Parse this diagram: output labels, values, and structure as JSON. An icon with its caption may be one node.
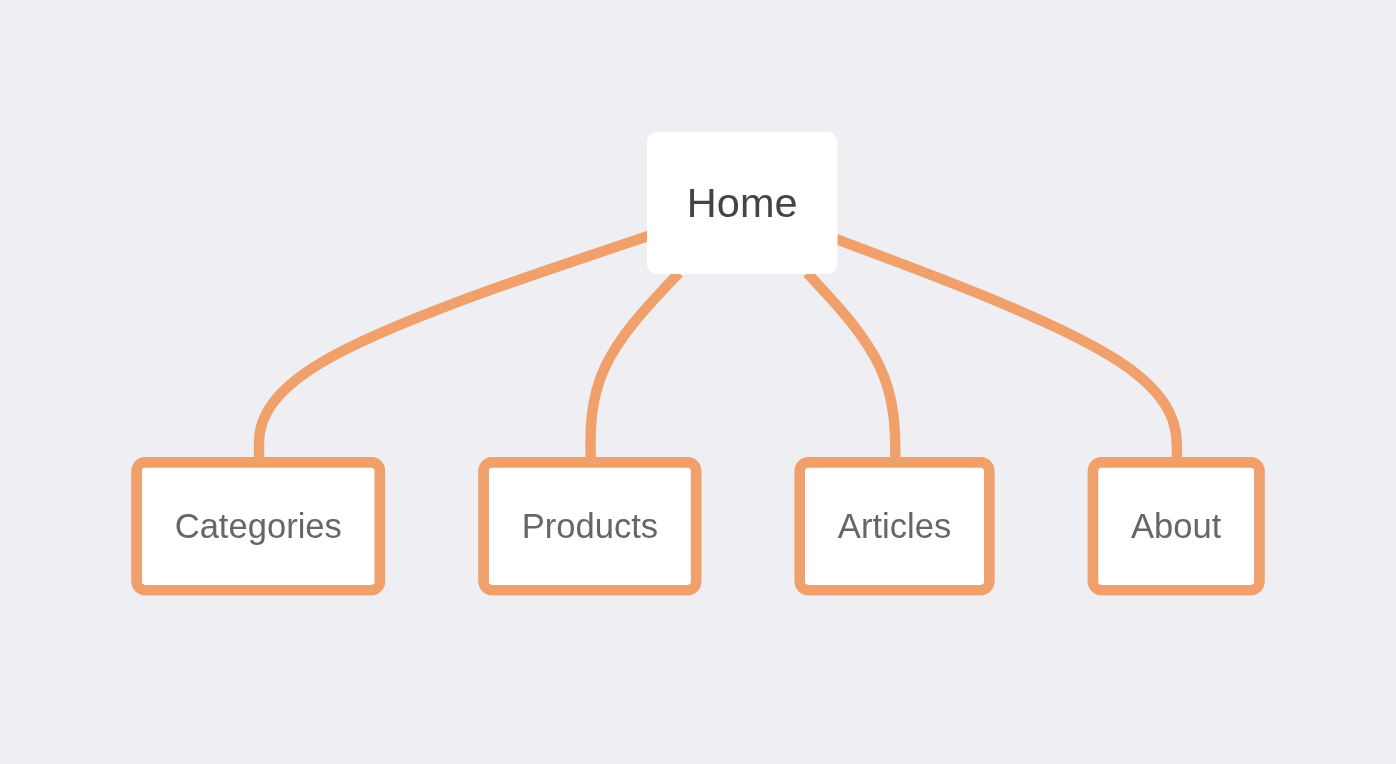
{
  "diagram": {
    "nodes": [
      {
        "text": [
          "Home"
        ]
      },
      {
        "text": [
          "Categories"
        ]
      },
      {
        "text": [
          "Products"
        ]
      },
      {
        "text": [
          "Articles"
        ]
      },
      {
        "text": [
          "About"
        ]
      }
    ],
    "edges": [
      {
        "from": 0,
        "to": 1,
        "arrow": "none"
      },
      {
        "from": 0,
        "to": 2,
        "arrow": "none"
      },
      {
        "from": 0,
        "to": 3,
        "arrow": "none"
      },
      {
        "from": 0,
        "to": 4,
        "arrow": "none"
      }
    ]
  }
}
